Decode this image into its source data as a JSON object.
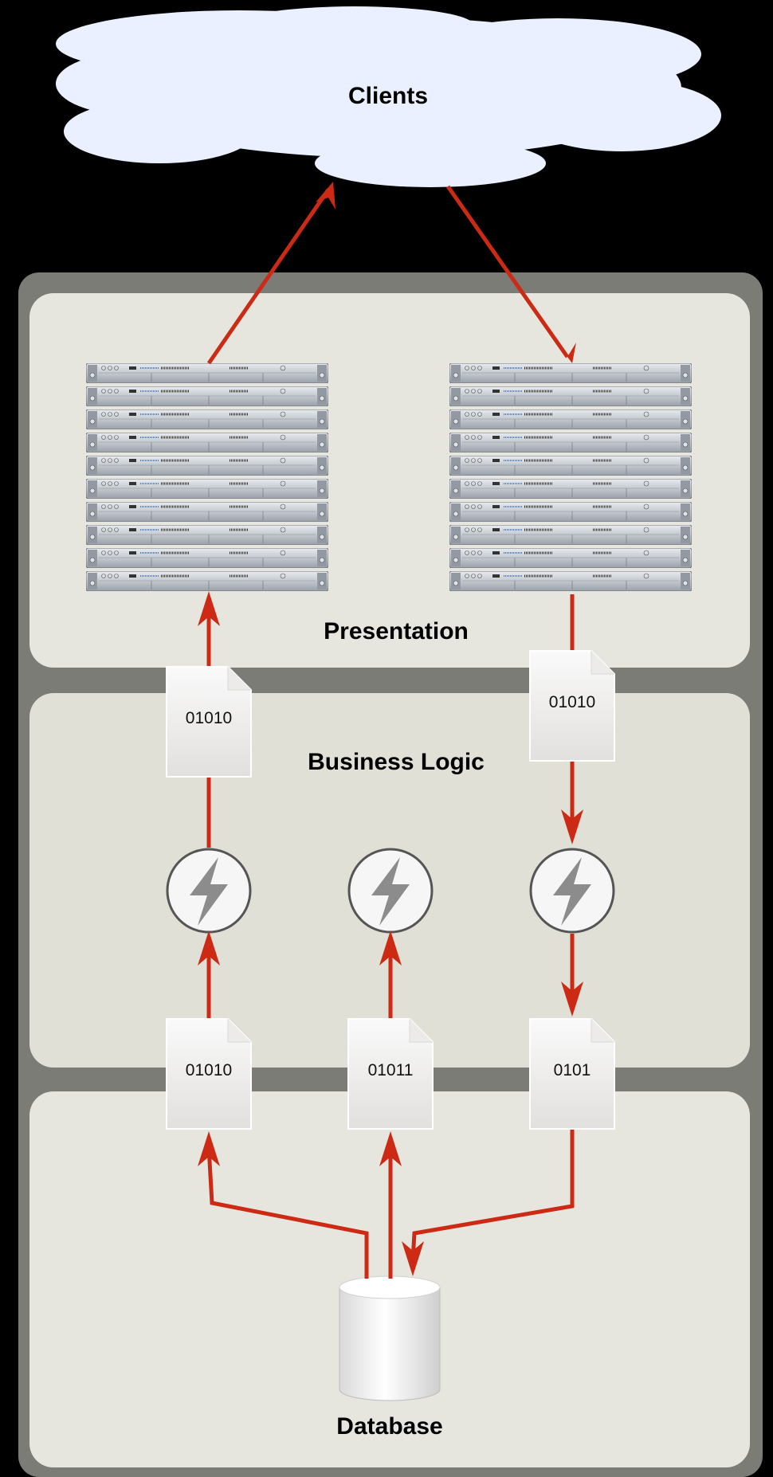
{
  "clients": {
    "label": "Clients"
  },
  "tiers": {
    "presentation": {
      "label": "Presentation"
    },
    "business": {
      "label": "Business Logic"
    },
    "data": {
      "label": "Database"
    }
  },
  "documents": {
    "presentation_left": "01010",
    "presentation_right": "01010",
    "business_left": "01010",
    "business_middle": "01011",
    "business_right": "0101"
  },
  "icons": {
    "function": "lightning-bolt-icon",
    "server": "rack-server-icon",
    "database": "database-cylinder-icon",
    "document": "document-icon"
  },
  "colors": {
    "background": "#000000",
    "outer_panel": "#7c7c76",
    "tier_panel": "#e6e6df",
    "arrow": "#cc2a14",
    "cloud": "#eaf0ff"
  }
}
